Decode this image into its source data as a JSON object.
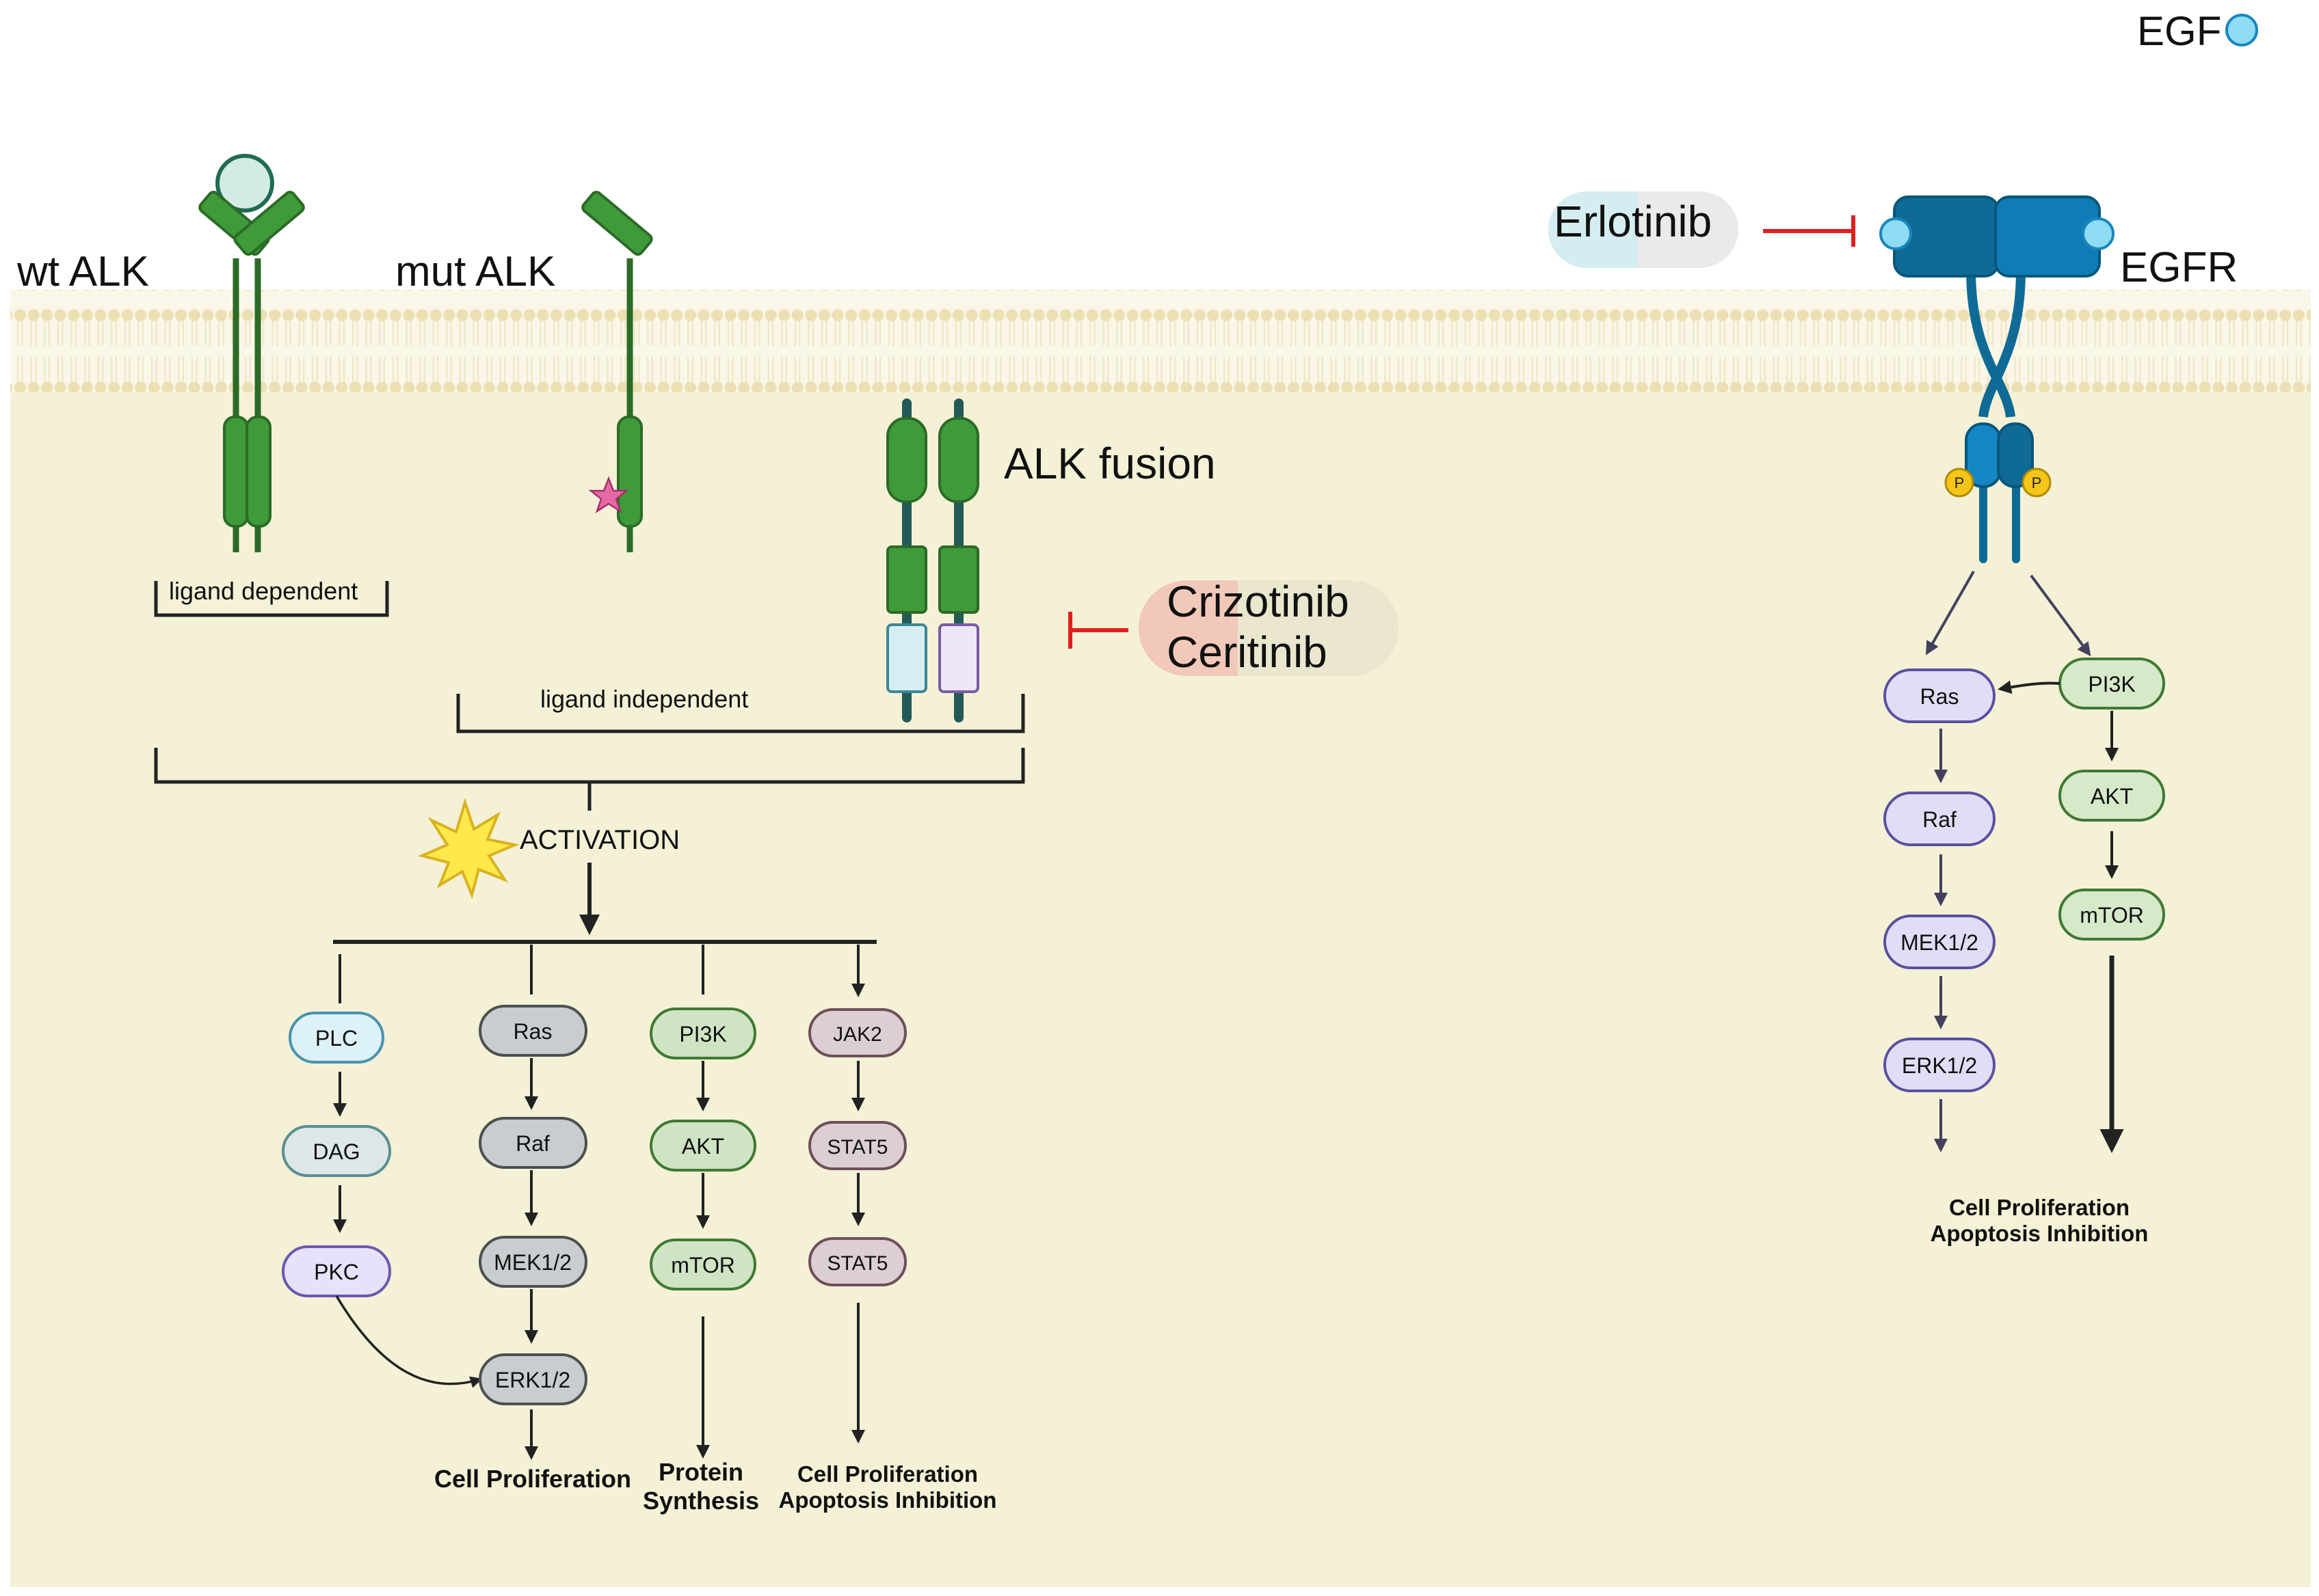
{
  "legend": {
    "egf_label": "EGF"
  },
  "receptors": {
    "wt_alk": "wt ALK",
    "mut_alk": "mut ALK",
    "alk_fusion": "ALK fusion",
    "egfr": "EGFR"
  },
  "brackets": {
    "ligand_dependent": "ligand dependent",
    "ligand_independent": "ligand independent"
  },
  "activation_label": "ACTIVATION",
  "drugs": {
    "erlotinib": "Erlotinib",
    "crizotinib": "Crizotinib",
    "ceritinib": "Ceritinib"
  },
  "phospho_label": "P",
  "alk_pathways": {
    "plc_branch": [
      "PLC",
      "DAG",
      "PKC"
    ],
    "ras_branch": [
      "Ras",
      "Raf",
      "MEK1/2",
      "ERK1/2"
    ],
    "pi3k_branch": [
      "PI3K",
      "AKT",
      "mTOR"
    ],
    "jak_branch": [
      "JAK2",
      "STAT5",
      "STAT5"
    ]
  },
  "alk_outcomes": {
    "ras": "Cell Proliferation",
    "pi3k": [
      "Protein",
      "Synthesis"
    ],
    "jak": [
      "Cell Proliferation",
      "Apoptosis Inhibition"
    ]
  },
  "egfr_pathways": {
    "ras_branch": [
      "Ras",
      "Raf",
      "MEK1/2",
      "ERK1/2"
    ],
    "pi3k_branch": [
      "PI3K",
      "AKT",
      "mTOR"
    ]
  },
  "egfr_outcome": [
    "Cell Proliferation",
    "Apoptosis Inhibition"
  ],
  "colors": {
    "cytoplasm": "#f4f1d6",
    "membrane_head": "#eee4b8",
    "alk_green": "#3f9a3a",
    "alk_dark": "#2b6b27",
    "egfr_blue": "#0f7cb5",
    "egf_cyan": "#8fdcf5",
    "inhibit_red": "#e02020",
    "plc_fill": "#ddf1f8",
    "dag_fill": "#dde7e7",
    "pkc_fill": "#e7e2fa",
    "ras_gray": "#c9cdcf",
    "pi3k_green": "#cfe4c2",
    "jak_mauve": "#dccfd3",
    "egfr_ras_fill": "#e1ddf6",
    "egfr_pi3k_fill": "#d6e9c9"
  }
}
